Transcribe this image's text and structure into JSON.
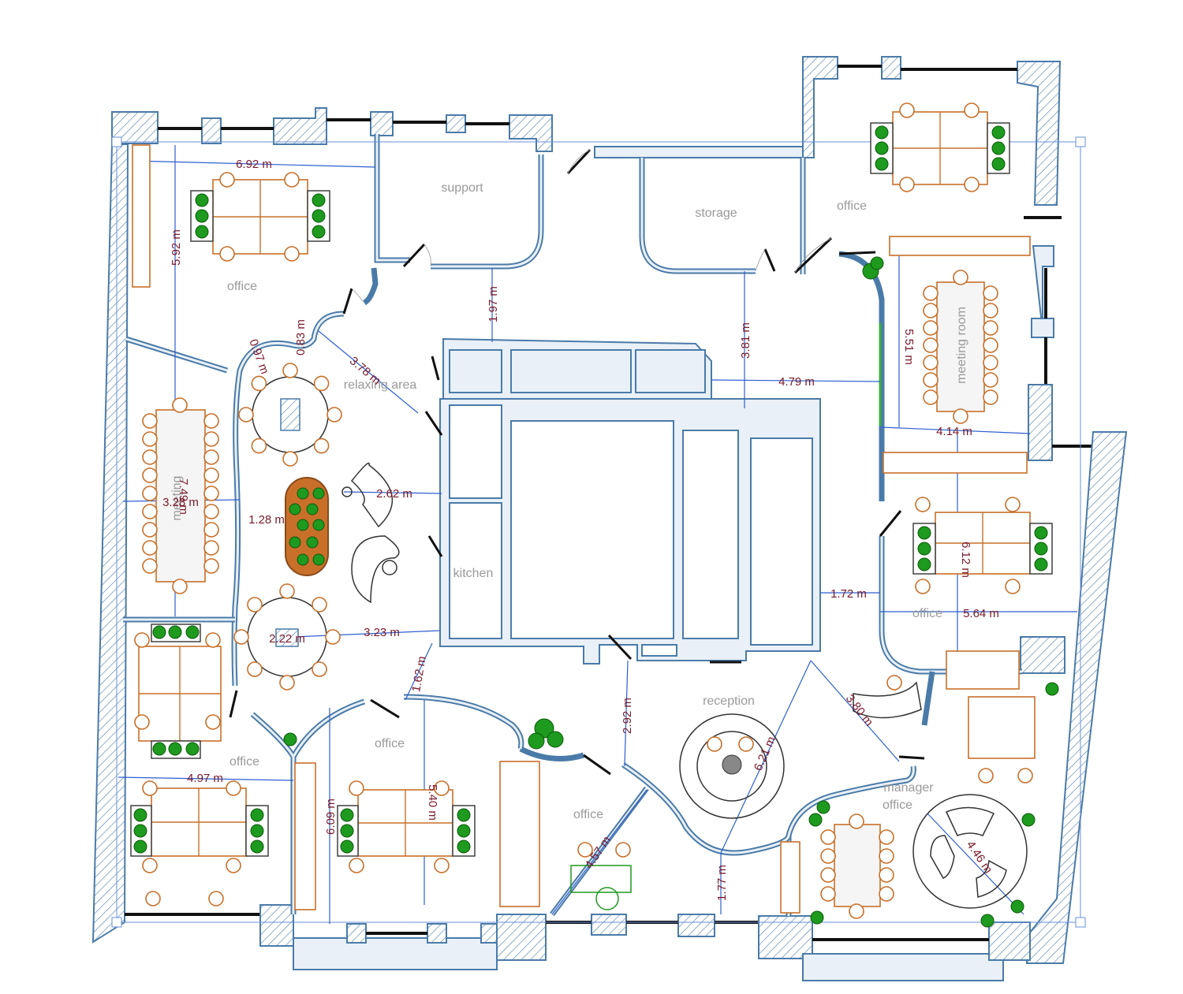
{
  "rooms": {
    "support": "support",
    "storage": "storage",
    "office_top_left": "office",
    "office_top_right": "office",
    "relaxing_area": "relaxing area",
    "meeting_room_right": "meeting room",
    "meeting_room_left": "meeting",
    "kitchen": "kitchen",
    "office_mid_right": "office",
    "reception": "reception",
    "office_bottom_left": "office",
    "office_bottom_mid": "office",
    "office_bottom_center": "office",
    "manager_office_1": "manager",
    "manager_office_2": "office"
  },
  "dimensions": {
    "d_692": "6.92 m",
    "d_592": "5.92 m",
    "d_197": "1.97 m",
    "d_381": "3.81 m",
    "d_551": "5.51 m",
    "d_083": "0.83 m",
    "d_097": "0.97 m",
    "d_378": "3.78 m",
    "d_479": "4.79 m",
    "d_414": "4.14 m",
    "d_749": "7.49 m",
    "d_328": "3.28 m",
    "d_128": "1.28 m",
    "d_262": "2.62 m",
    "d_612": "6.12 m",
    "d_172": "1.72 m",
    "d_564": "5.64 m",
    "d_222": "2.22 m",
    "d_323": "3.23 m",
    "d_162": "1.62 m",
    "d_292": "2.92 m",
    "d_380": "3.80 m",
    "d_621": "6.21 m",
    "d_497": "4.97 m",
    "d_609": "6.09 m",
    "d_540": "5.40 m",
    "d_457": "4.57 m",
    "d_177": "1.77 m",
    "d_446": "4.46 m"
  },
  "colors": {
    "wall": "#4a7ba8",
    "dimension_line": "#2f5fd0",
    "dimension_text": "#7a1a2a",
    "furniture": "#c8702a",
    "plant": "#1e9a1e",
    "label": "#9a9a9a"
  }
}
